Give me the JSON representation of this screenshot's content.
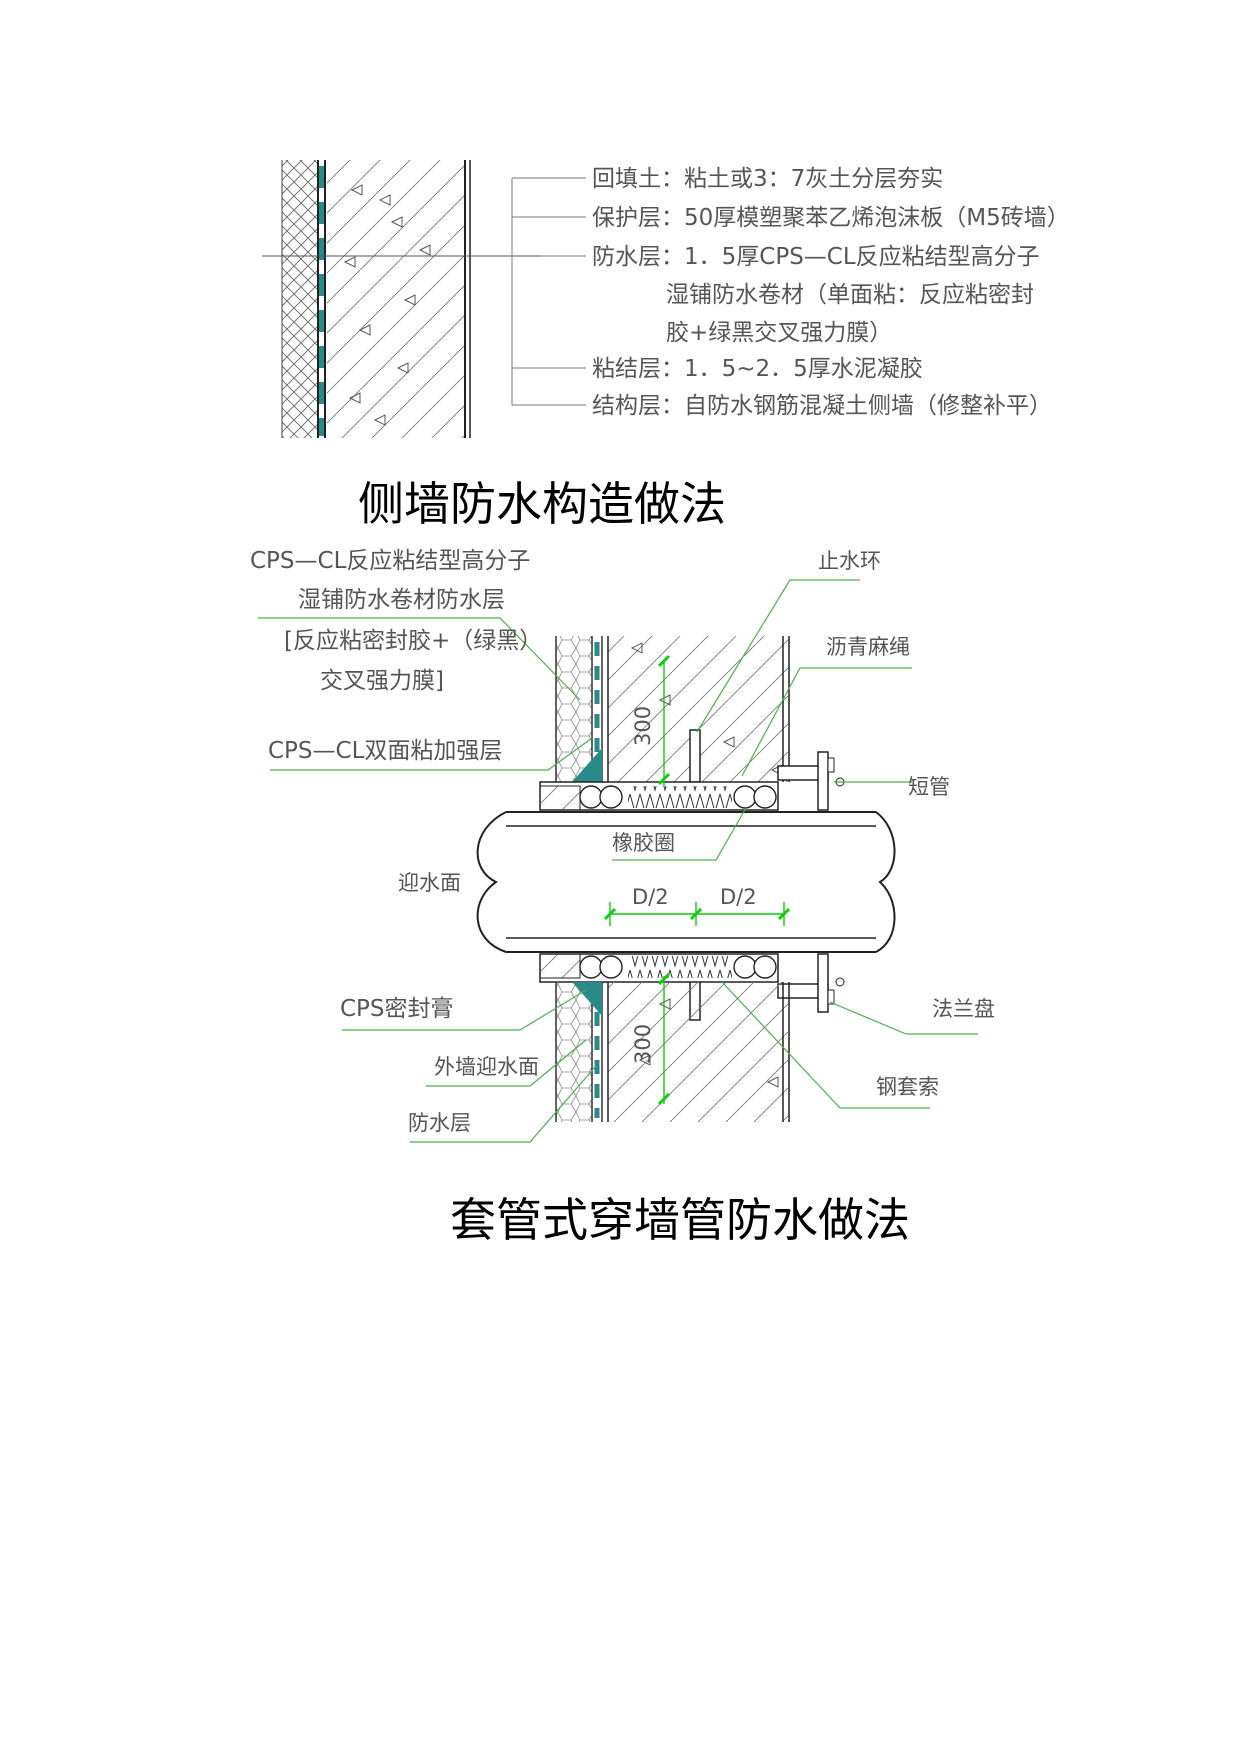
{
  "diagram1": {
    "title": "侧墙防水构造做法",
    "layers": [
      {
        "line1": "回填土：粘土或3：7灰土分层夯实"
      },
      {
        "line1": "保护层：50厚模塑聚苯乙烯泡沫板（M5砖墙）"
      },
      {
        "line1": "防水层：1．5厚CPS—CL反应粘结型高分子",
        "line2": "湿铺防水卷材（单面粘：反应粘密封",
        "line3": "胶+绿黑交叉强力膜）"
      },
      {
        "line1": "粘结层：1．5~2．5厚水泥凝胶"
      },
      {
        "line1": "结构层：自防水钢筋混凝土侧墙（修整补平）"
      }
    ]
  },
  "diagram2": {
    "title": "套管式穿墙管防水做法",
    "labels": {
      "membrane_1": "CPS—CL反应粘结型高分子",
      "membrane_2": "湿铺防水卷材防水层",
      "membrane_3": "[反应粘密封胶+（绿黑）",
      "membrane_4": "交叉强力膜]",
      "reinforce": "CPS—CL双面粘加强层",
      "water_ring": "止水环",
      "hemp_rope": "沥青麻绳",
      "short_pipe": "短管",
      "rubber_ring": "橡胶圈",
      "water_face": "迎水面",
      "sealant": "CPS密封膏",
      "outer_wall": "外墙迎水面",
      "waterproof_layer": "防水层",
      "flange": "法兰盘",
      "steel_cable": "钢套索",
      "dim_300_top": "300",
      "dim_300_bottom": "300",
      "half_d_left": "D/2",
      "half_d_right": "D/2"
    }
  },
  "colors": {
    "leader_green": "#4caf50",
    "membrane_teal": "#2a8a8a",
    "dim_green": "#11cc11",
    "text_gray": "#555555"
  }
}
